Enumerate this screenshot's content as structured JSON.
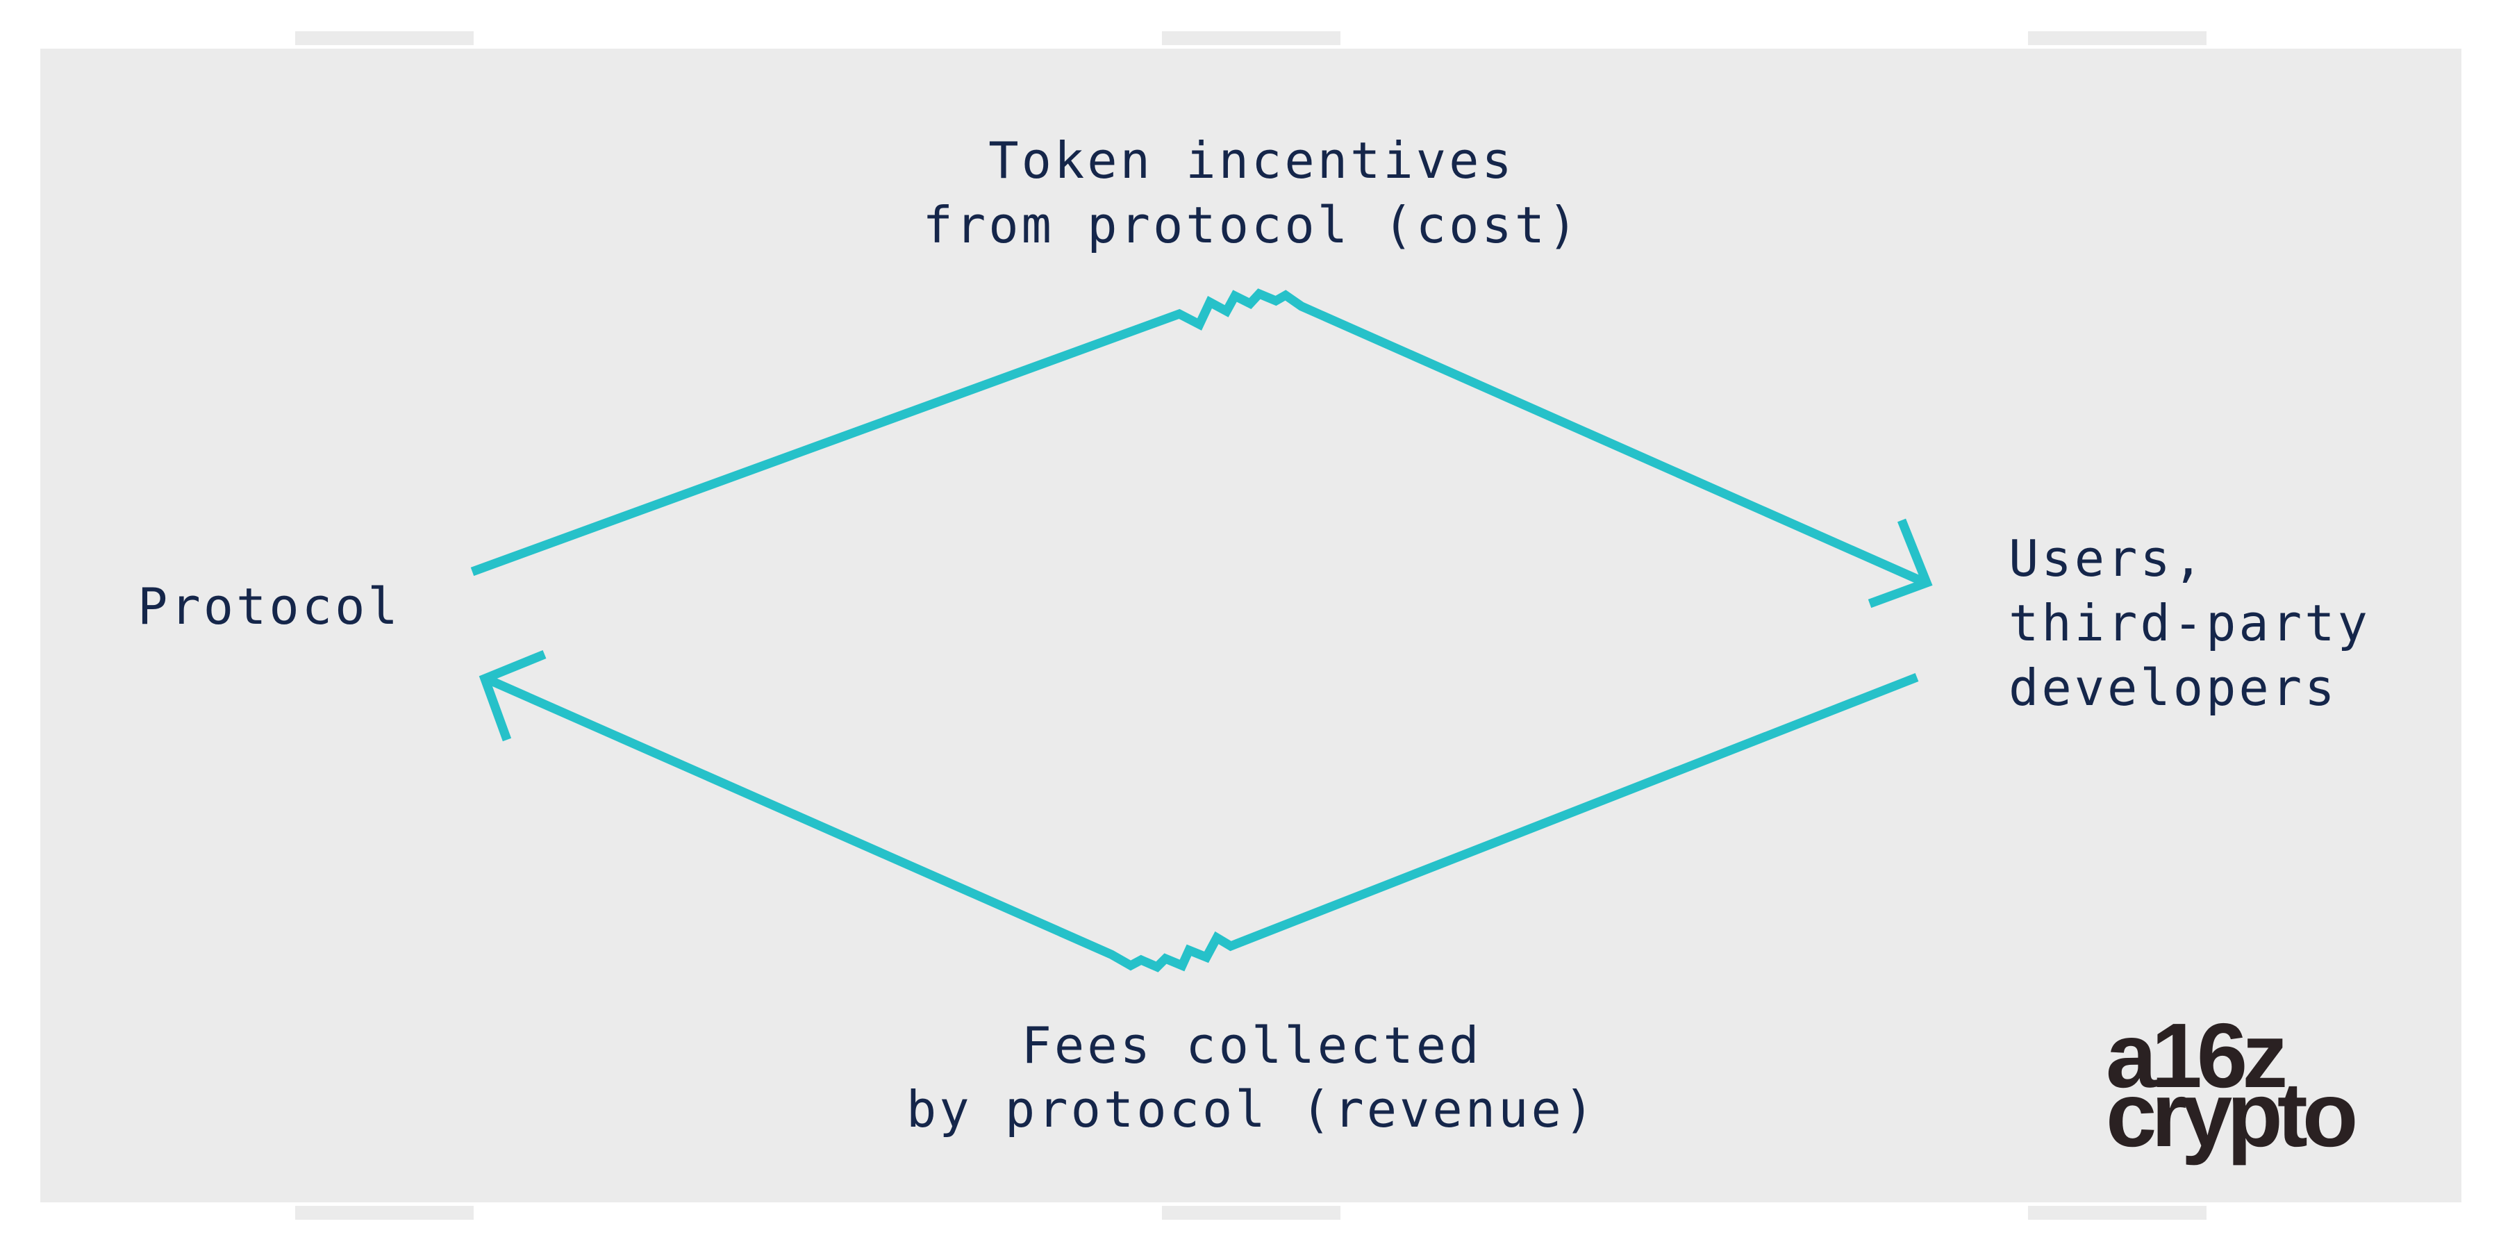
{
  "diagram": {
    "nodes": {
      "protocol": {
        "label": "Protocol"
      },
      "users": {
        "label_lines": [
          "Users,",
          "third-party",
          "developers"
        ]
      }
    },
    "edges": {
      "incentives": {
        "label_lines": [
          "Token incentives",
          "from protocol (cost)"
        ]
      },
      "fees": {
        "label_lines": [
          "Fees collected",
          "by protocol (revenue)"
        ]
      }
    },
    "colors": {
      "background": "#ebebeb",
      "arrow": "#26c1c9",
      "text": "#15264a",
      "logo": "#2a2122"
    }
  },
  "logo": {
    "line1": "a16z",
    "line2": "crypto"
  }
}
